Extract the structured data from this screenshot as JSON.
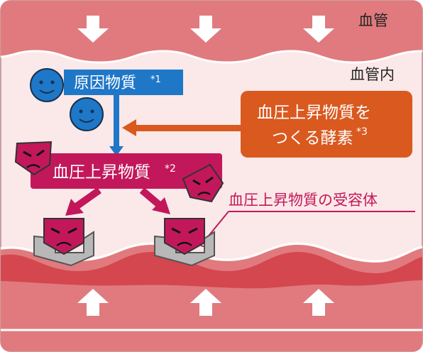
{
  "labels": {
    "vessel": "血管",
    "vessel_inside": "血管内",
    "causal_substance": "原因物質",
    "causal_note": "*1",
    "hypertensive_substance": "血圧上昇物質",
    "hypertensive_note": "*2",
    "enzyme_line1": "血圧上昇物質を",
    "enzyme_line2": "つくる酵素",
    "enzyme_note": "*3",
    "receptor": "血圧上昇物質の受容体"
  },
  "colors": {
    "vessel_wall": "#e07a7e",
    "vessel_wall_dark": "#d4474f",
    "lumen": "#fbe8e9",
    "causal_blue": "#1f77c8",
    "hypertensive_magenta": "#c2185b",
    "enzyme_orange": "#d9591f",
    "receptor_gray": "#b8b8b8"
  },
  "icons": [
    "down-arrow-icon",
    "up-arrow-icon",
    "smiley-face-icon",
    "angry-face-icon"
  ]
}
